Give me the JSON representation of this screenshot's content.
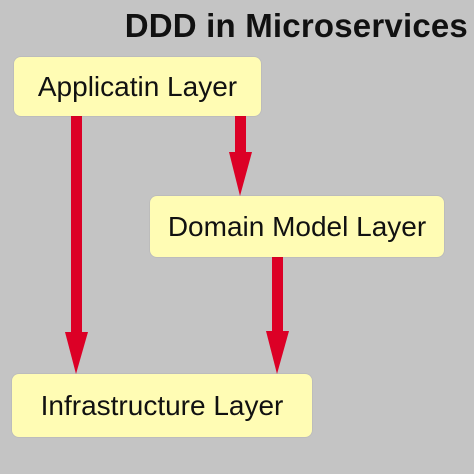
{
  "title": "DDD in Microservices",
  "layers": {
    "application": {
      "label": "Applicatin Layer"
    },
    "domain": {
      "label": "Domain Model Layer"
    },
    "infrastructure": {
      "label": "Infrastructure Layer"
    }
  },
  "colors": {
    "background": "#c4c4c4",
    "box_fill": "#fffcb4",
    "arrow": "#dc0026",
    "text": "#111111"
  }
}
